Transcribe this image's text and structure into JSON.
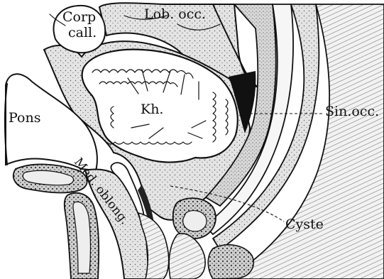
{
  "figure": {
    "labels": {
      "corp_call_line1": "Corp",
      "corp_call_line2": "call.",
      "lob_occ": "Lob. occ.",
      "pons": "Pons",
      "kh": "Kh.",
      "sin_occ": "Sin.occ.",
      "med_oblong": "Med. oblong.",
      "cyste": "Cyste"
    }
  }
}
